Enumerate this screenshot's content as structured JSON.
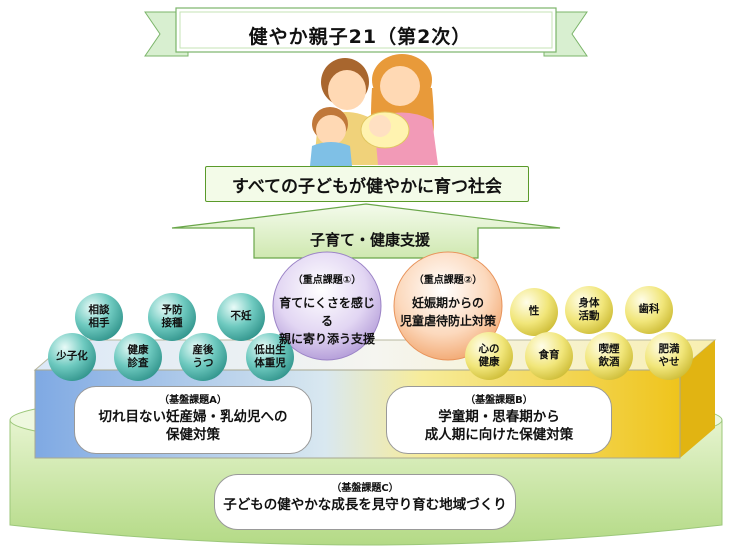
{
  "title": "健やか親子21（第2次）",
  "goal": "すべての子どもが健やかに育つ社会",
  "support_arrow": "子育て・健康支援",
  "priority_1": {
    "tag": "（重点課題①）",
    "line1": "育てにくさを感じる",
    "line2": "親に寄り添う支援"
  },
  "priority_2": {
    "tag": "（重点課題②）",
    "line1": "妊娠期からの",
    "line2": "児童虐待防止対策"
  },
  "balls_left": [
    {
      "line1": "相談",
      "line2": "相手"
    },
    {
      "line1": "予防",
      "line2": "接種"
    },
    {
      "line1": "不妊",
      "line2": ""
    },
    {
      "line1": "少子化",
      "line2": ""
    },
    {
      "line1": "健康",
      "line2": "診査"
    },
    {
      "line1": "産後",
      "line2": "うつ"
    },
    {
      "line1": "低出生",
      "line2": "体重児"
    }
  ],
  "balls_right": [
    {
      "line1": "性",
      "line2": ""
    },
    {
      "line1": "身体",
      "line2": "活動"
    },
    {
      "line1": "歯科",
      "line2": ""
    },
    {
      "line1": "心の",
      "line2": "健康"
    },
    {
      "line1": "食育",
      "line2": ""
    },
    {
      "line1": "喫煙",
      "line2": "飲酒"
    },
    {
      "line1": "肥満",
      "line2": "やせ"
    }
  ],
  "basis_a": {
    "tag": "（基盤課題A）",
    "line1": "切れ目ない妊産婦・乳幼児への",
    "line2": "保健対策"
  },
  "basis_b": {
    "tag": "（基盤課題B）",
    "line1": "学童期・思春期から",
    "line2": "成人期に向けた保健対策"
  },
  "basis_c": {
    "tag": "（基盤課題C）",
    "line1": "子どもの健やかな成長を見守り育む地域づくり"
  },
  "colors": {
    "green_base": "#c7e6a2",
    "platform_front_left": "#8fb8e8",
    "platform_front_right": "#f2d030",
    "priority_1": "#c9b8e6",
    "priority_2": "#f7b98a",
    "ball_teal": "#3fb0a8",
    "ball_yellow": "#eee36a"
  }
}
